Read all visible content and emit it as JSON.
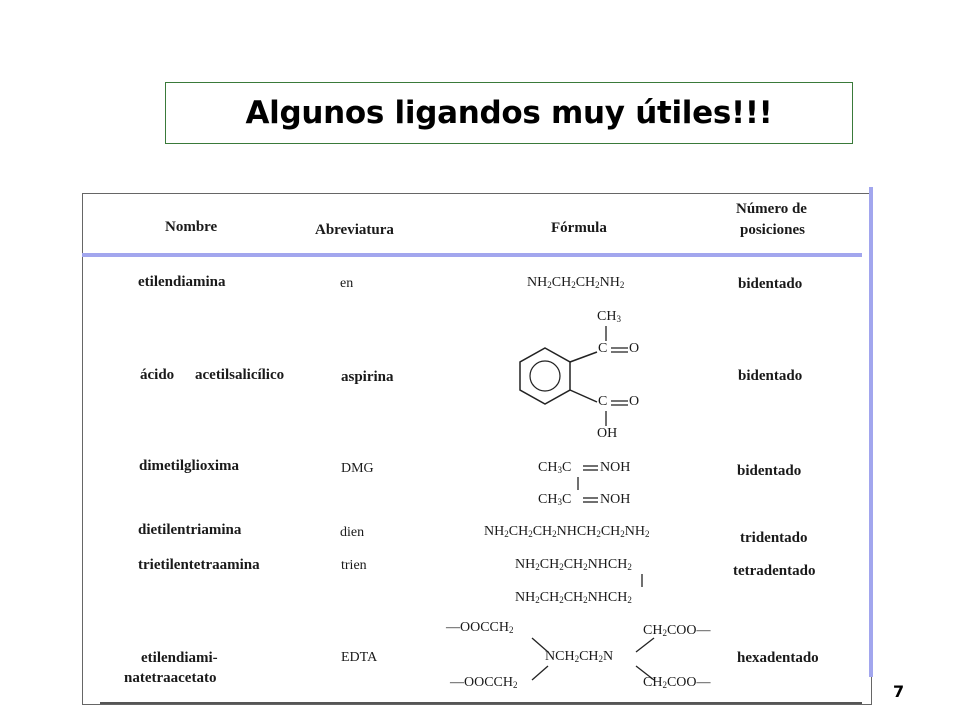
{
  "title": "Algunos ligandos muy útiles!!!",
  "page_number": "7",
  "table": {
    "headers": {
      "nombre": "Nombre",
      "abreviatura": "Abreviatura",
      "formula": "Fórmula",
      "posiciones_1": "Número de",
      "posiciones_2": "posiciones"
    },
    "rows": [
      {
        "nombre": "etilendiamina",
        "abreviatura": "en",
        "posiciones": "bidentado"
      },
      {
        "nombre_1": "ácido",
        "nombre_2": "acetilsalicílico",
        "abreviatura": "aspirina",
        "posiciones": "bidentado"
      },
      {
        "nombre": "dimetilglioxima",
        "abreviatura": "DMG",
        "posiciones": "bidentado"
      },
      {
        "nombre": "dietilentriamina",
        "abreviatura": "dien",
        "posiciones": "tridentado"
      },
      {
        "nombre": "trietilentetraamina",
        "abreviatura": "trien",
        "posiciones": "tetradentado"
      },
      {
        "nombre_1": "etilendiami-",
        "nombre_2": "natetraacetato",
        "abreviatura": "EDTA",
        "posiciones": "hexadentado"
      }
    ]
  },
  "formulas": {
    "en": [
      "NH",
      "2",
      "CH",
      "2",
      "CH",
      "2",
      "NH",
      "2"
    ],
    "aspirina": {
      "ch3": "CH",
      "ch3_sub": "3",
      "c1": "C",
      "o1": "O",
      "c2": "C",
      "o2": "O",
      "oh": "OH"
    },
    "dmg": {
      "line1_a": "CH",
      "line1_sub": "3",
      "line1_b": "C",
      "line1_c": "NOH",
      "line2_a": "CH",
      "line2_sub": "3",
      "line2_b": "C",
      "line2_c": "NOH"
    },
    "dien": [
      "NH",
      "2",
      "CH",
      "2",
      "CH",
      "2",
      "NHCH",
      "2",
      "CH",
      "2",
      "NH",
      "2"
    ],
    "trien": {
      "line1": [
        "NH",
        "2",
        "CH",
        "2",
        "CH",
        "2",
        "NHCH",
        "2"
      ],
      "line2": [
        "NH",
        "2",
        "CH",
        "2",
        "CH",
        "2",
        "NHCH",
        "2"
      ]
    },
    "edta": {
      "tl": [
        "—OOCCH",
        "2"
      ],
      "tr": [
        "CH",
        "2",
        "COO—"
      ],
      "center": [
        "NCH",
        "2",
        "CH",
        "2",
        "N"
      ],
      "bl": [
        "—OOCCH",
        "2"
      ],
      "br": [
        "CH",
        "2",
        "COO—"
      ]
    }
  }
}
